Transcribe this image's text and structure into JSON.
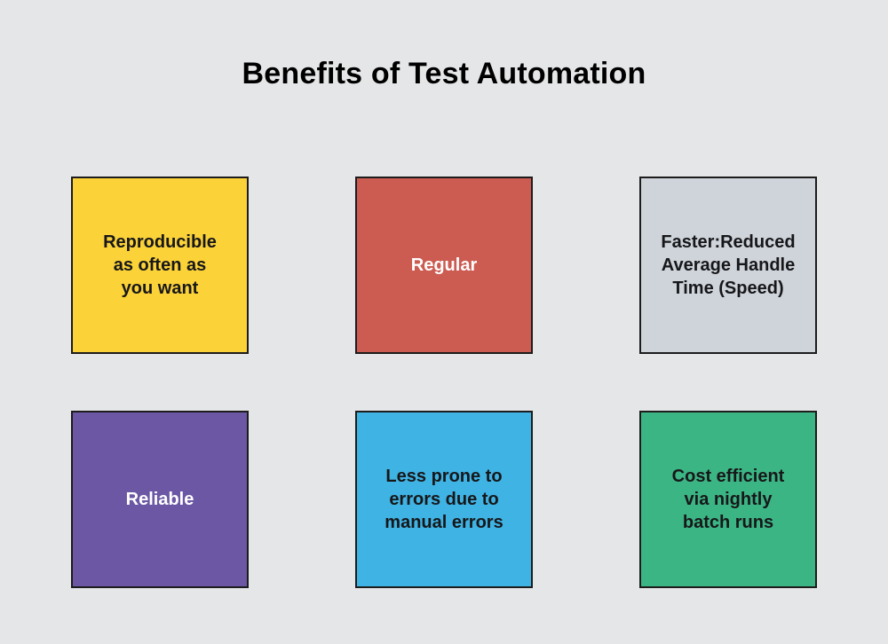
{
  "page": {
    "title": "Benefits of Test Automation",
    "background_color": "#e5e6e8",
    "title_color": "#000000"
  },
  "cards": [
    {
      "label": "Reproducible\nas often as\nyou want",
      "fill": "#fbd238",
      "text_color": "#17171a",
      "border_color": "#1c1c1c",
      "name": "benefit-card-reproducible"
    },
    {
      "label": "Regular",
      "fill": "#cc5b51",
      "text_color": "#ffffff",
      "border_color": "#1c1c1c",
      "name": "benefit-card-regular"
    },
    {
      "label": "Faster:Reduced\nAverage Handle\nTime (Speed)",
      "fill": "#ced4da",
      "text_color": "#17171a",
      "border_color": "#1c1c1c",
      "name": "benefit-card-faster"
    },
    {
      "label": "Reliable",
      "fill": "#6b57a4",
      "text_color": "#ffffff",
      "border_color": "#1c1c1c",
      "name": "benefit-card-reliable"
    },
    {
      "label": "Less prone to\nerrors due to\nmanual errors",
      "fill": "#3fb3e3",
      "text_color": "#17171a",
      "border_color": "#1c1c1c",
      "name": "benefit-card-less-prone-to-errors"
    },
    {
      "label": "Cost efficient\nvia nightly\nbatch runs",
      "fill": "#3cb584",
      "text_color": "#17171a",
      "border_color": "#1c1c1c",
      "name": "benefit-card-cost-efficient"
    }
  ]
}
